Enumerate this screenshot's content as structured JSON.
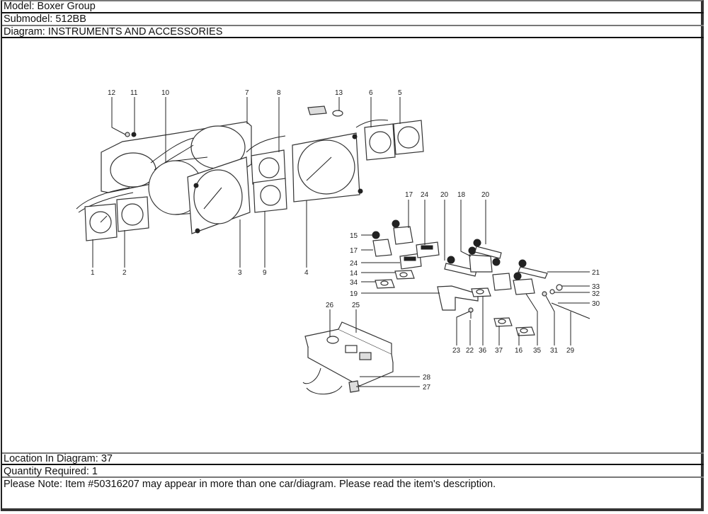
{
  "header": {
    "model": "Model: Boxer Group",
    "submodel": "Submodel: 512BB",
    "diagram": "Diagram: INSTRUMENTS AND ACCESSORIES"
  },
  "diagram": {
    "name": "INSTRUMENTS AND ACCESSORIES",
    "callouts": {
      "c1": "1",
      "c2": "2",
      "c3": "3",
      "c4": "4",
      "c5": "5",
      "c6": "6",
      "c7": "7",
      "c8": "8",
      "c9": "9",
      "c10": "10",
      "c11": "11",
      "c12": "12",
      "c13": "13",
      "c14": "14",
      "c15": "15",
      "c16": "16",
      "c17a": "17",
      "c17b": "17",
      "c18": "18",
      "c19": "19",
      "c20a": "20",
      "c20b": "20",
      "c21": "21",
      "c22": "22",
      "c23": "23",
      "c24a": "24",
      "c24b": "24",
      "c25": "25",
      "c26": "26",
      "c27": "27",
      "c28": "28",
      "c29": "29",
      "c30": "30",
      "c31": "31",
      "c32": "32",
      "c33": "33",
      "c34": "34",
      "c35": "35",
      "c36": "36",
      "c37": "37"
    }
  },
  "footer": {
    "location": "Location In Diagram: 37",
    "quantity": "Quantity Required: 1",
    "note": "Please Note: Item #50316207 may appear in more than one car/diagram. Please read the item's description."
  }
}
